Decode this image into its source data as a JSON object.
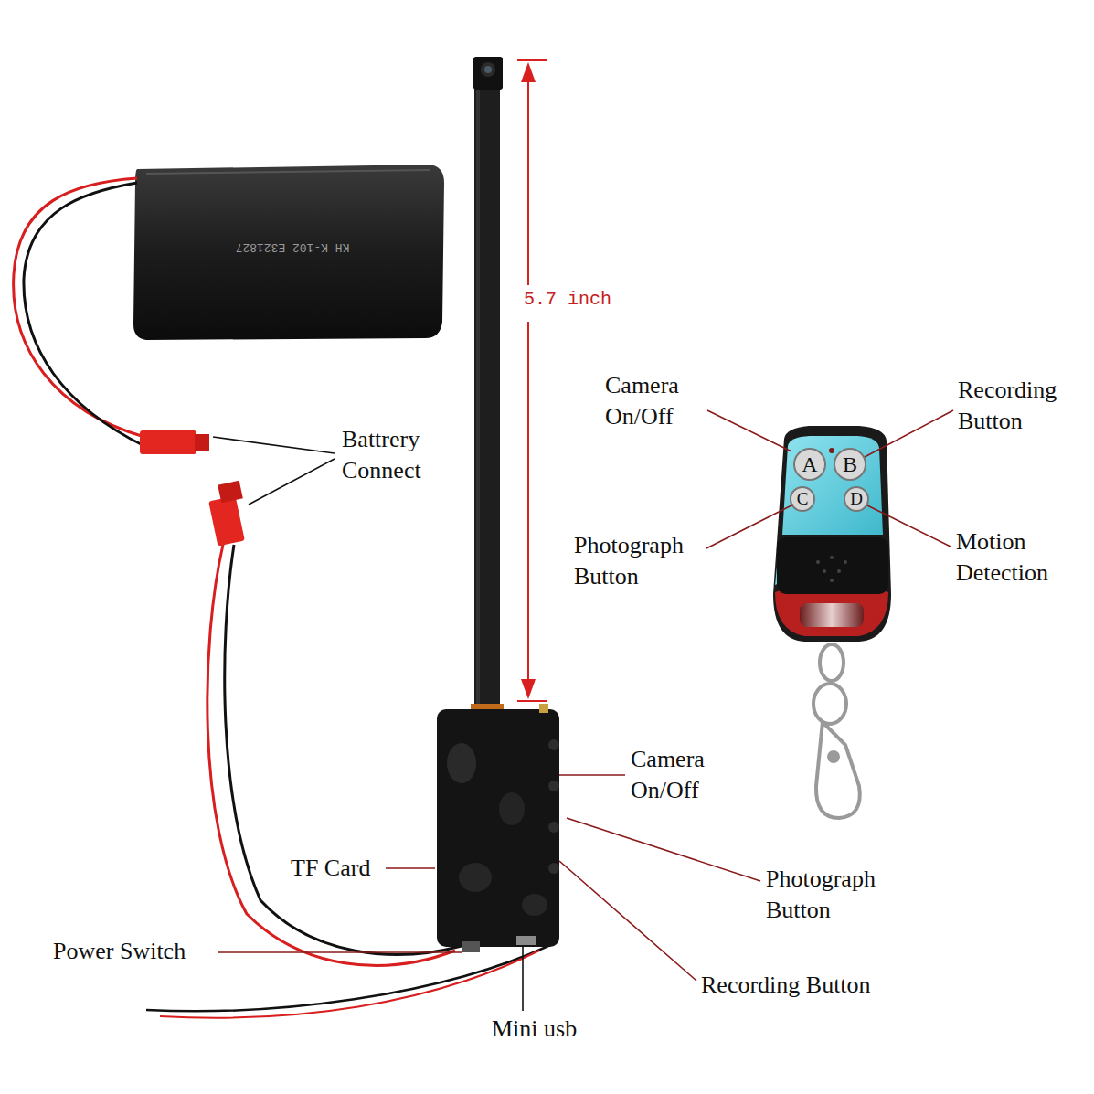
{
  "diagram": {
    "labels": [
      "5.7 inch",
      "KH K-102 E321827",
      "Camera On/Off",
      "Recording Button",
      "A",
      "B",
      "C",
      "D",
      "Photograph Button",
      "Motion Detection",
      "Battrery Connect",
      "Camera On/Off",
      "TF Card",
      "Photograph Button",
      "Power Switch",
      "Recording Button",
      "Mini usb"
    ]
  }
}
